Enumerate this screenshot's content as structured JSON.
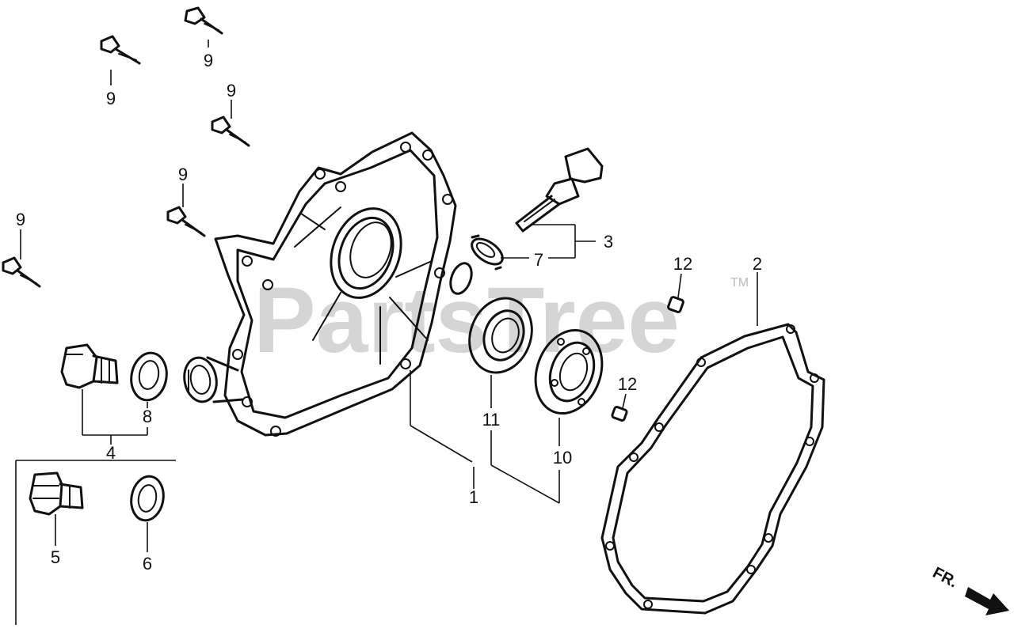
{
  "watermark": {
    "text": "PartsTree",
    "trademark": "TM"
  },
  "direction_label": "FR.",
  "callouts": {
    "c1": "1",
    "c2": "2",
    "c3": "3",
    "c4": "4",
    "c5": "5",
    "c6": "6",
    "c7": "7",
    "c8": "8",
    "c9a": "9",
    "c9b": "9",
    "c9c": "9",
    "c9d": "9",
    "c9e": "9",
    "c10": "10",
    "c11": "11",
    "c12a": "12",
    "c12b": "12"
  }
}
